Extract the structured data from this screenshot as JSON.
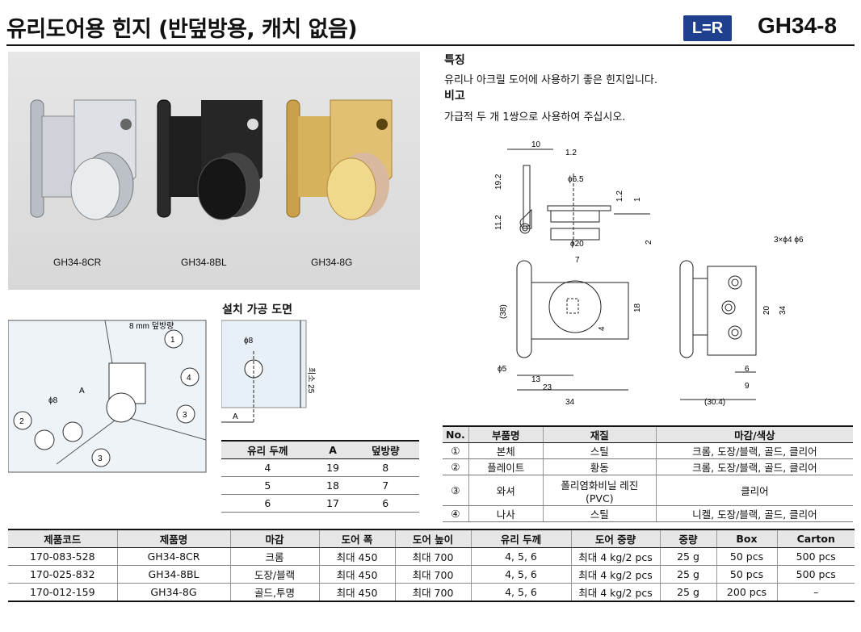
{
  "header": {
    "title": "유리도어용 힌지 (반덮방용, 캐치 없음)",
    "badge": "L=R",
    "code": "GH34-8"
  },
  "photo": {
    "labels": [
      "GH34-8CR",
      "GH34-8BL",
      "GH34-8G"
    ]
  },
  "features": {
    "heading": "특징",
    "text": "유리나 아크릴 도어에 사용하기 좋은 힌지입니다.",
    "note_heading": "비고",
    "note_text": "가급적 두 개 1쌍으로 사용하여 주십시오."
  },
  "install": {
    "heading": "설치 가공 도면",
    "overlap_label": "8 mm 덮방량",
    "phi8": "ϕ8",
    "a": "A",
    "min25": "최소 25",
    "callouts": [
      "1",
      "2",
      "3",
      "4"
    ]
  },
  "dims": {
    "d10": "10",
    "d1_2": "1.2",
    "d19_2": "19.2",
    "d6_5": "ϕ6.5",
    "d1_2b": "1.2",
    "d1": "1",
    "d11_2": "11.2",
    "d20": "ϕ20",
    "d2": "2",
    "d7": "7",
    "d38": "(38)",
    "d18": "18",
    "d4": "4",
    "d5": "ϕ5",
    "d13": "13",
    "d23": "23",
    "d34": "34",
    "d3x": "3×ϕ4 ϕ6",
    "d20b": "20",
    "d34b": "34",
    "d6": "6",
    "d9": "9",
    "d30_4": "(30.4)"
  },
  "glass_table": {
    "headers": [
      "유리 두께",
      "A",
      "덮방량"
    ],
    "rows": [
      [
        "4",
        "19",
        "8"
      ],
      [
        "5",
        "18",
        "7"
      ],
      [
        "6",
        "17",
        "6"
      ]
    ]
  },
  "parts_table": {
    "headers": [
      "No.",
      "부품명",
      "재질",
      "마감/색상"
    ],
    "rows": [
      [
        "①",
        "본체",
        "스틸",
        "크롬, 도장/블랙, 골드, 클리어"
      ],
      [
        "②",
        "플레이트",
        "황동",
        "크롬, 도장/블랙, 골드, 클리어"
      ],
      [
        "③",
        "와셔",
        "폴리염화비닐 레진 (PVC)",
        "클리어"
      ],
      [
        "④",
        "나사",
        "스틸",
        "니켈, 도장/블랙, 골드, 클리어"
      ]
    ]
  },
  "product_table": {
    "headers": [
      "제품코드",
      "제품명",
      "마감",
      "도어 폭",
      "도어 높이",
      "유리 두께",
      "도어 중량",
      "중량",
      "Box",
      "Carton"
    ],
    "rows": [
      [
        "170-083-528",
        "GH34-8CR",
        "크롬",
        "최대 450",
        "최대 700",
        "4, 5, 6",
        "최대 4 kg/2 pcs",
        "25 g",
        "50 pcs",
        "500 pcs"
      ],
      [
        "170-025-832",
        "GH34-8BL",
        "도장/블랙",
        "최대 450",
        "최대 700",
        "4, 5, 6",
        "최대 4 kg/2 pcs",
        "25 g",
        "50 pcs",
        "500 pcs"
      ],
      [
        "170-012-159",
        "GH34-8G",
        "골드,투명",
        "최대 450",
        "최대 700",
        "4, 5, 6",
        "최대 4 kg/2 pcs",
        "25 g",
        "200 pcs",
        "–"
      ]
    ]
  },
  "colors": {
    "badge": "#1f3f8f",
    "chrome": "#c8ccd2",
    "black": "#1a1a1a",
    "gold": "#d9b65a",
    "header_bg": "#e6e6e6"
  }
}
